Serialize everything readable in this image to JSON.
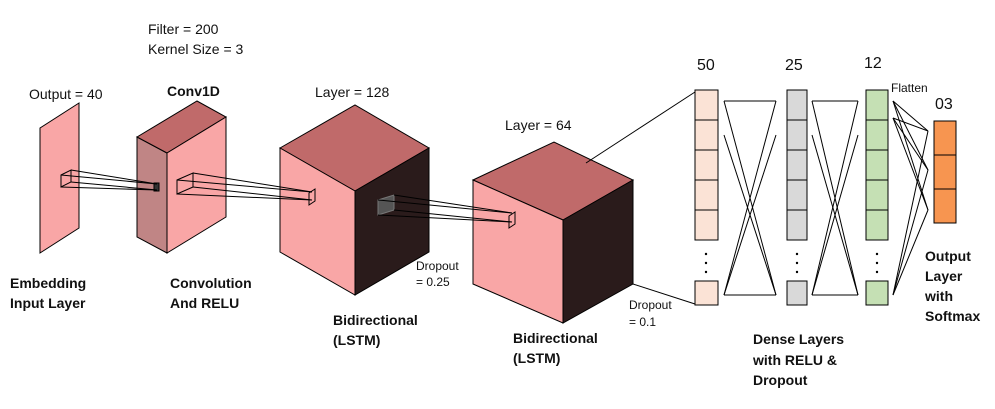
{
  "embedding": {
    "output_label": "Output = 40",
    "name_line1": "Embedding",
    "name_line2": "Input Layer"
  },
  "conv": {
    "filter_label": "Filter = 200",
    "kernel_label": "Kernel Size = 3",
    "title": "Conv1D",
    "name_line1": "Convolution",
    "name_line2": "And RELU"
  },
  "lstm1": {
    "layer_label": "Layer = 128",
    "dropout_line1": "Dropout",
    "dropout_line2": "= 0.25",
    "name_line1": "Bidirectional",
    "name_line2": "(LSTM)"
  },
  "lstm2": {
    "layer_label": "Layer = 64",
    "dropout_line1": "Dropout",
    "dropout_line2": "= 0.1",
    "name_line1": "Bidirectional",
    "name_line2": "(LSTM)"
  },
  "dense": {
    "col1_count": "50",
    "col2_count": "25",
    "col3_count": "12",
    "flatten_label": "Flatten",
    "name_line1": "Dense Layers",
    "name_line2": "with RELU &",
    "name_line3": "Dropout"
  },
  "output": {
    "count": "03",
    "name_line1": "Output",
    "name_line2": "Layer",
    "name_line3": "with",
    "name_line4": "Softmax"
  },
  "colors": {
    "pink_light": "#f9a6a6",
    "pink_top": "#c06a6a",
    "pink_side": "#c08585",
    "dark_side": "#2a1b1b",
    "dense1": "#fbe3d6",
    "dense2": "#d9d9d9",
    "dense3": "#c5e0b4",
    "softmax": "#f79550"
  }
}
